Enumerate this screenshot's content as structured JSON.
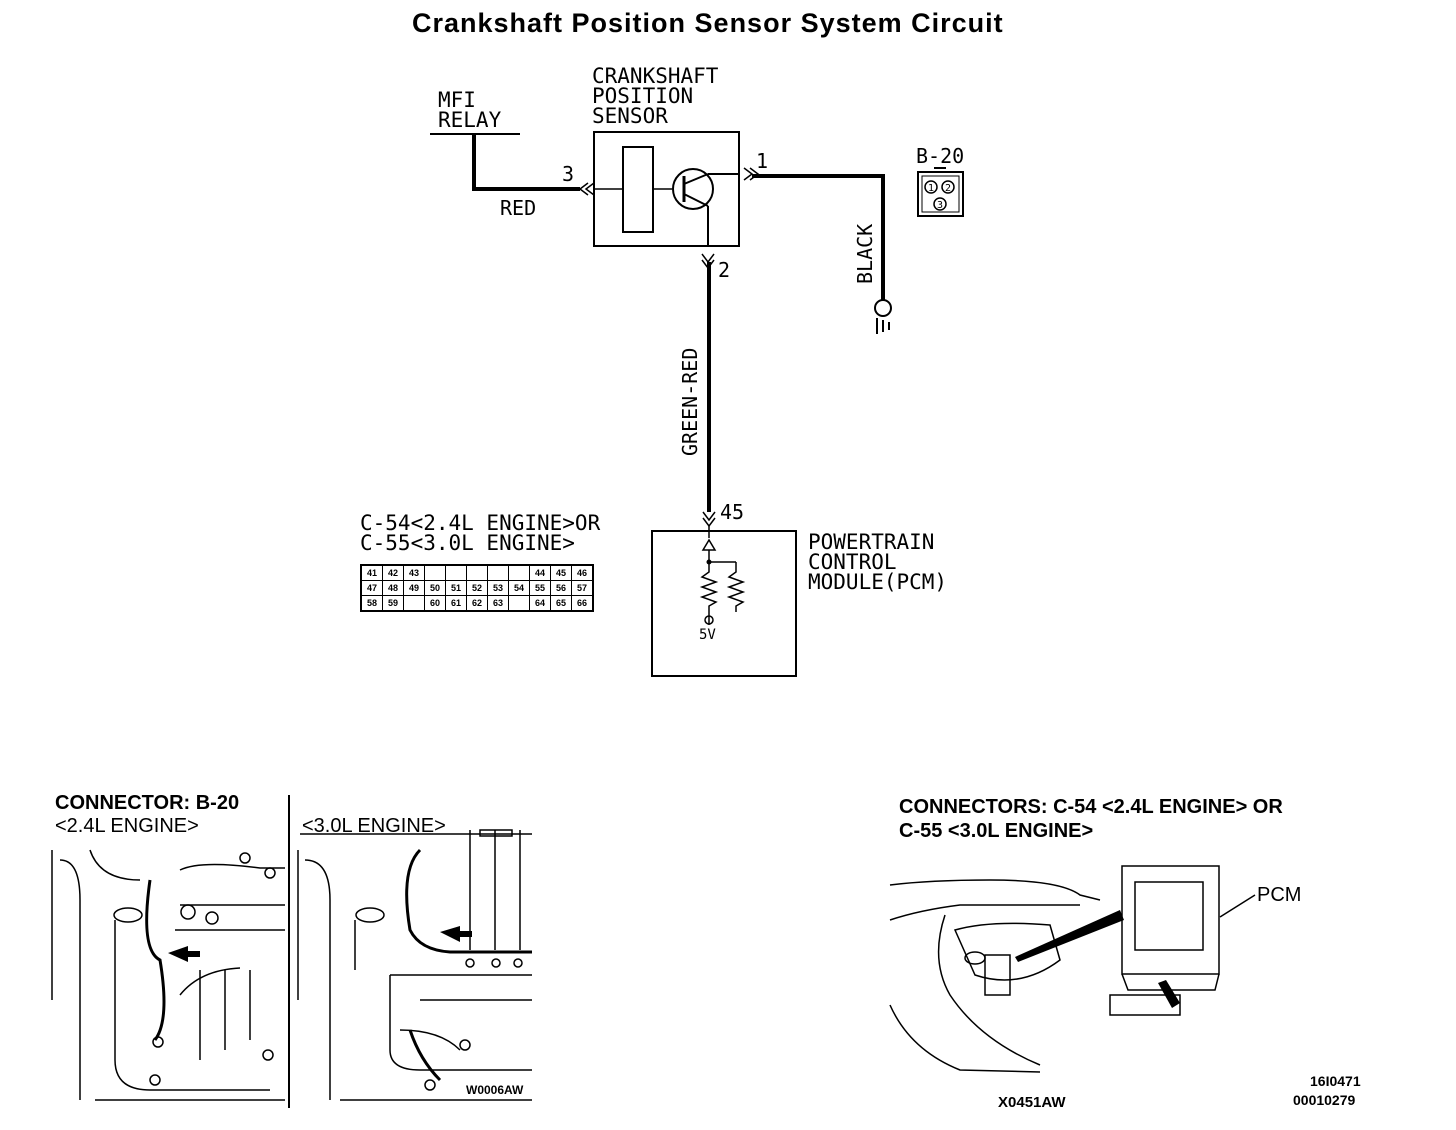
{
  "title": "Crankshaft Position Sensor System Circuit",
  "mfi_relay": [
    "MFI",
    "RELAY"
  ],
  "sensor_label": [
    "CRANKSHAFT",
    "POSITION",
    "SENSOR"
  ],
  "pins": {
    "p1": "1",
    "p2": "2",
    "p3": "3",
    "p45": "45"
  },
  "wires": {
    "red": "RED",
    "black": "BLACK",
    "green_red": "GREEN-RED"
  },
  "b20_label": "B-20",
  "b20_pins": [
    "1",
    "2",
    "3"
  ],
  "c54_label": [
    "C-54<2.4L ENGINE>OR",
    "C-55<3.0L ENGINE>"
  ],
  "c54_pin_rows": [
    [
      "41",
      "42",
      "43",
      "",
      "",
      "",
      "",
      "",
      "44",
      "45",
      "46"
    ],
    [
      "47",
      "48",
      "49",
      "50",
      "51",
      "52",
      "53",
      "54",
      "55",
      "56",
      "57"
    ],
    [
      "58",
      "59",
      "",
      "60",
      "61",
      "62",
      "63",
      "",
      "64",
      "65",
      "66"
    ]
  ],
  "pcm_label": [
    "POWERTRAIN",
    "CONTROL",
    "MODULE(PCM)"
  ],
  "pcm_voltage": "5V",
  "connector_b20": {
    "heading": "CONNECTOR: B-20",
    "left_caption": "<2.4L ENGINE>",
    "right_caption": "<3.0L ENGINE>",
    "ref": "W0006AW"
  },
  "connector_c54": {
    "heading_line1": "CONNECTORS: C-54 <2.4L ENGINE> OR",
    "heading_line2": "C-55 <3.0L ENGINE>",
    "pcm_callout": "PCM",
    "ref": "X0451AW"
  },
  "doc_codes": [
    "16I0471",
    "00010279"
  ]
}
